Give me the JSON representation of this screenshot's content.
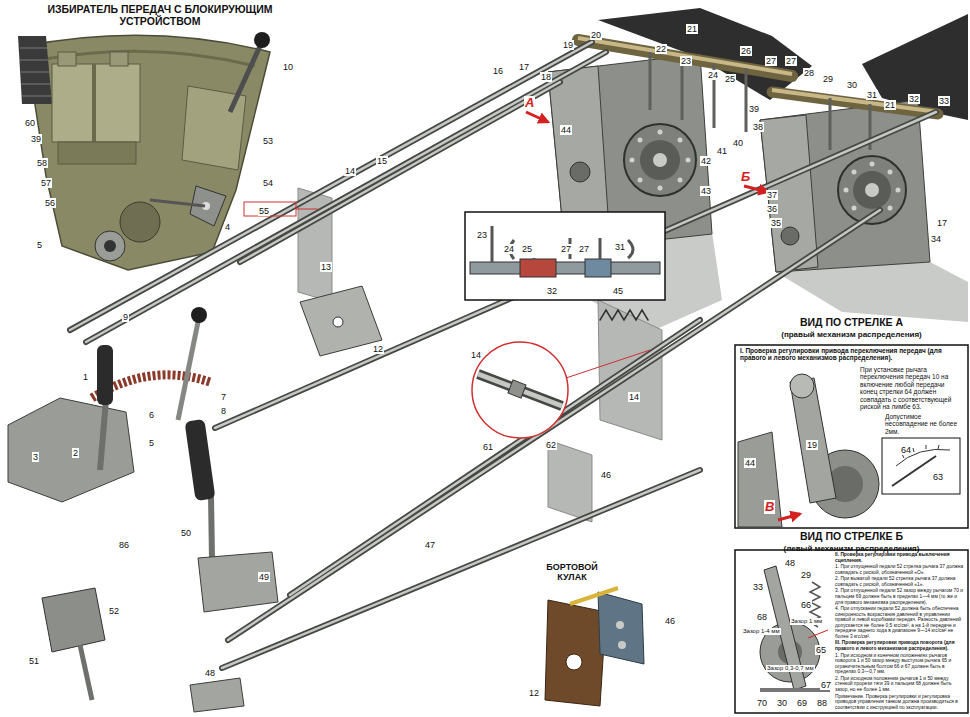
{
  "diagram": {
    "nodes": [
      {
        "text": [
          "ИЗБИРАТЕЛЬ ПЕРЕДАЧ С БЛОКИРУЮЩИМ УСТРОЙСТВОМ"
        ]
      },
      {
        "text": [
          "ВИД ПО СТРЕЛКЕ А",
          "(правый механизм распределения)",
          "I. Проверка регулировки привода переключения передач (для правого и левого механизмов распределения).",
          "При установке рычага переключения передач 10 на включение любой передачи конец стрелки 64 должен совпадать с соответствующей риской на лимбе 63.",
          "Допустимое несовпадение не более 2мм."
        ]
      },
      {
        "text": [
          "ВИД ПО СТРЕЛКЕ Б",
          "(левый механизм распределения)",
          "II. Проверка регулировки привода выключения сцепления.",
          "1. При отпущенной педали 52 стрелка рычага 37 должна совпадать с риской, обозначенной «О».",
          "2. При выжатой педали 52 стрелка рычага 37 должна совпадать с риской, обозначенной «1».",
          "3. При отпущенной педали 52 зазор между рычагом 70 и пальцем 69 должен быть в пределах 1—4 мм (то же и для правого механизма распределения).",
          "4. При отпускании педали 52 должна быть обеспечена синхронность возрастания давлений в управлении правой и левой коробками передач. Разность давлений допускается не более 0,5 кгс/см², а на 1-й передаче и передаче заднего хода в диапазоне 9—14 кгс/см² не более 3 кгс/см².",
          "III. Проверка регулировки привода поворота (для правого и левого механизмов распределения).",
          "1. При исходном и конечном положениях рычагов поворота 1 и 50 зазор между выступом рычага 65 и ограничительным болтом 66 и 67 должен быть в пределах 0,3—0,7 мм.",
          "2. При исходном положении рычагов 1 и 50 между стенкой прорези тяги 39 и пальцем 68 должен быть зазор, но не более 1 мм.",
          "Примечание. Проверка регулировки и регулировка приводов управления танком должна производиться в соответствии с инструкцией по эксплуатации."
        ]
      },
      {
        "text": [
          "БОРТОВОЙ КУЛАК"
        ]
      }
    ],
    "labels": [
      "10",
      "60",
      "39",
      "53",
      "58",
      "57",
      "56",
      "54",
      "55",
      "4",
      "5",
      "16",
      "17",
      "18",
      "19",
      "20",
      "21",
      "22",
      "23",
      "24",
      "25",
      "26",
      "27",
      "27",
      "28",
      "29",
      "30",
      "31",
      "21",
      "32",
      "33",
      "44",
      "42",
      "41",
      "40",
      "43",
      "38",
      "39",
      "37",
      "36",
      "35",
      "17",
      "34",
      "14",
      "15",
      "13",
      "12",
      "9",
      "1",
      "2",
      "3",
      "5",
      "6",
      "7",
      "8",
      "50",
      "49",
      "86",
      "52",
      "51",
      "48",
      "47",
      "46",
      "45",
      "14",
      "14",
      "61",
      "62",
      "23",
      "24",
      "25",
      "27",
      "27",
      "31",
      "32",
      "46",
      "12",
      "19",
      "64",
      "63",
      "44",
      "48",
      "29",
      "33",
      "66",
      "68",
      "65",
      "67",
      "70",
      "30",
      "69",
      "88",
      "Зазор 1-4 мм",
      "Зазор 1 мм",
      "Зазор 0,3-0,7 мм",
      "А",
      "Б",
      "В"
    ]
  }
}
